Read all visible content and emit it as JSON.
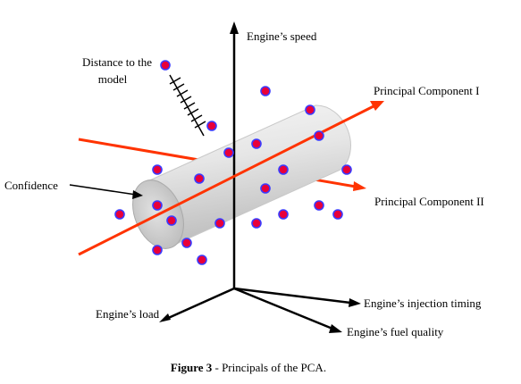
{
  "labels": {
    "engine_speed": "Engine’s speed",
    "distance_line1": "Distance to the",
    "distance_line2": "model",
    "principal_component_1": "Principal Component I",
    "principal_component_2": "Principal Component II",
    "confidence": "Confidence",
    "engine_load": "Engine’s load",
    "injection_timing": "Engine’s injection timing",
    "fuel_quality": "Engine’s fuel quality"
  },
  "caption": {
    "figure_label": "Figure 3",
    "text": " - Principals of the PCA."
  },
  "colors": {
    "axis": "#000000",
    "principal_component": "#ff3300",
    "point_fill": "#e8003a",
    "point_stroke": "#3a3aff",
    "cylinder_light": "#f4f4f4",
    "cylinder_dark": "#bdbdbd"
  }
}
